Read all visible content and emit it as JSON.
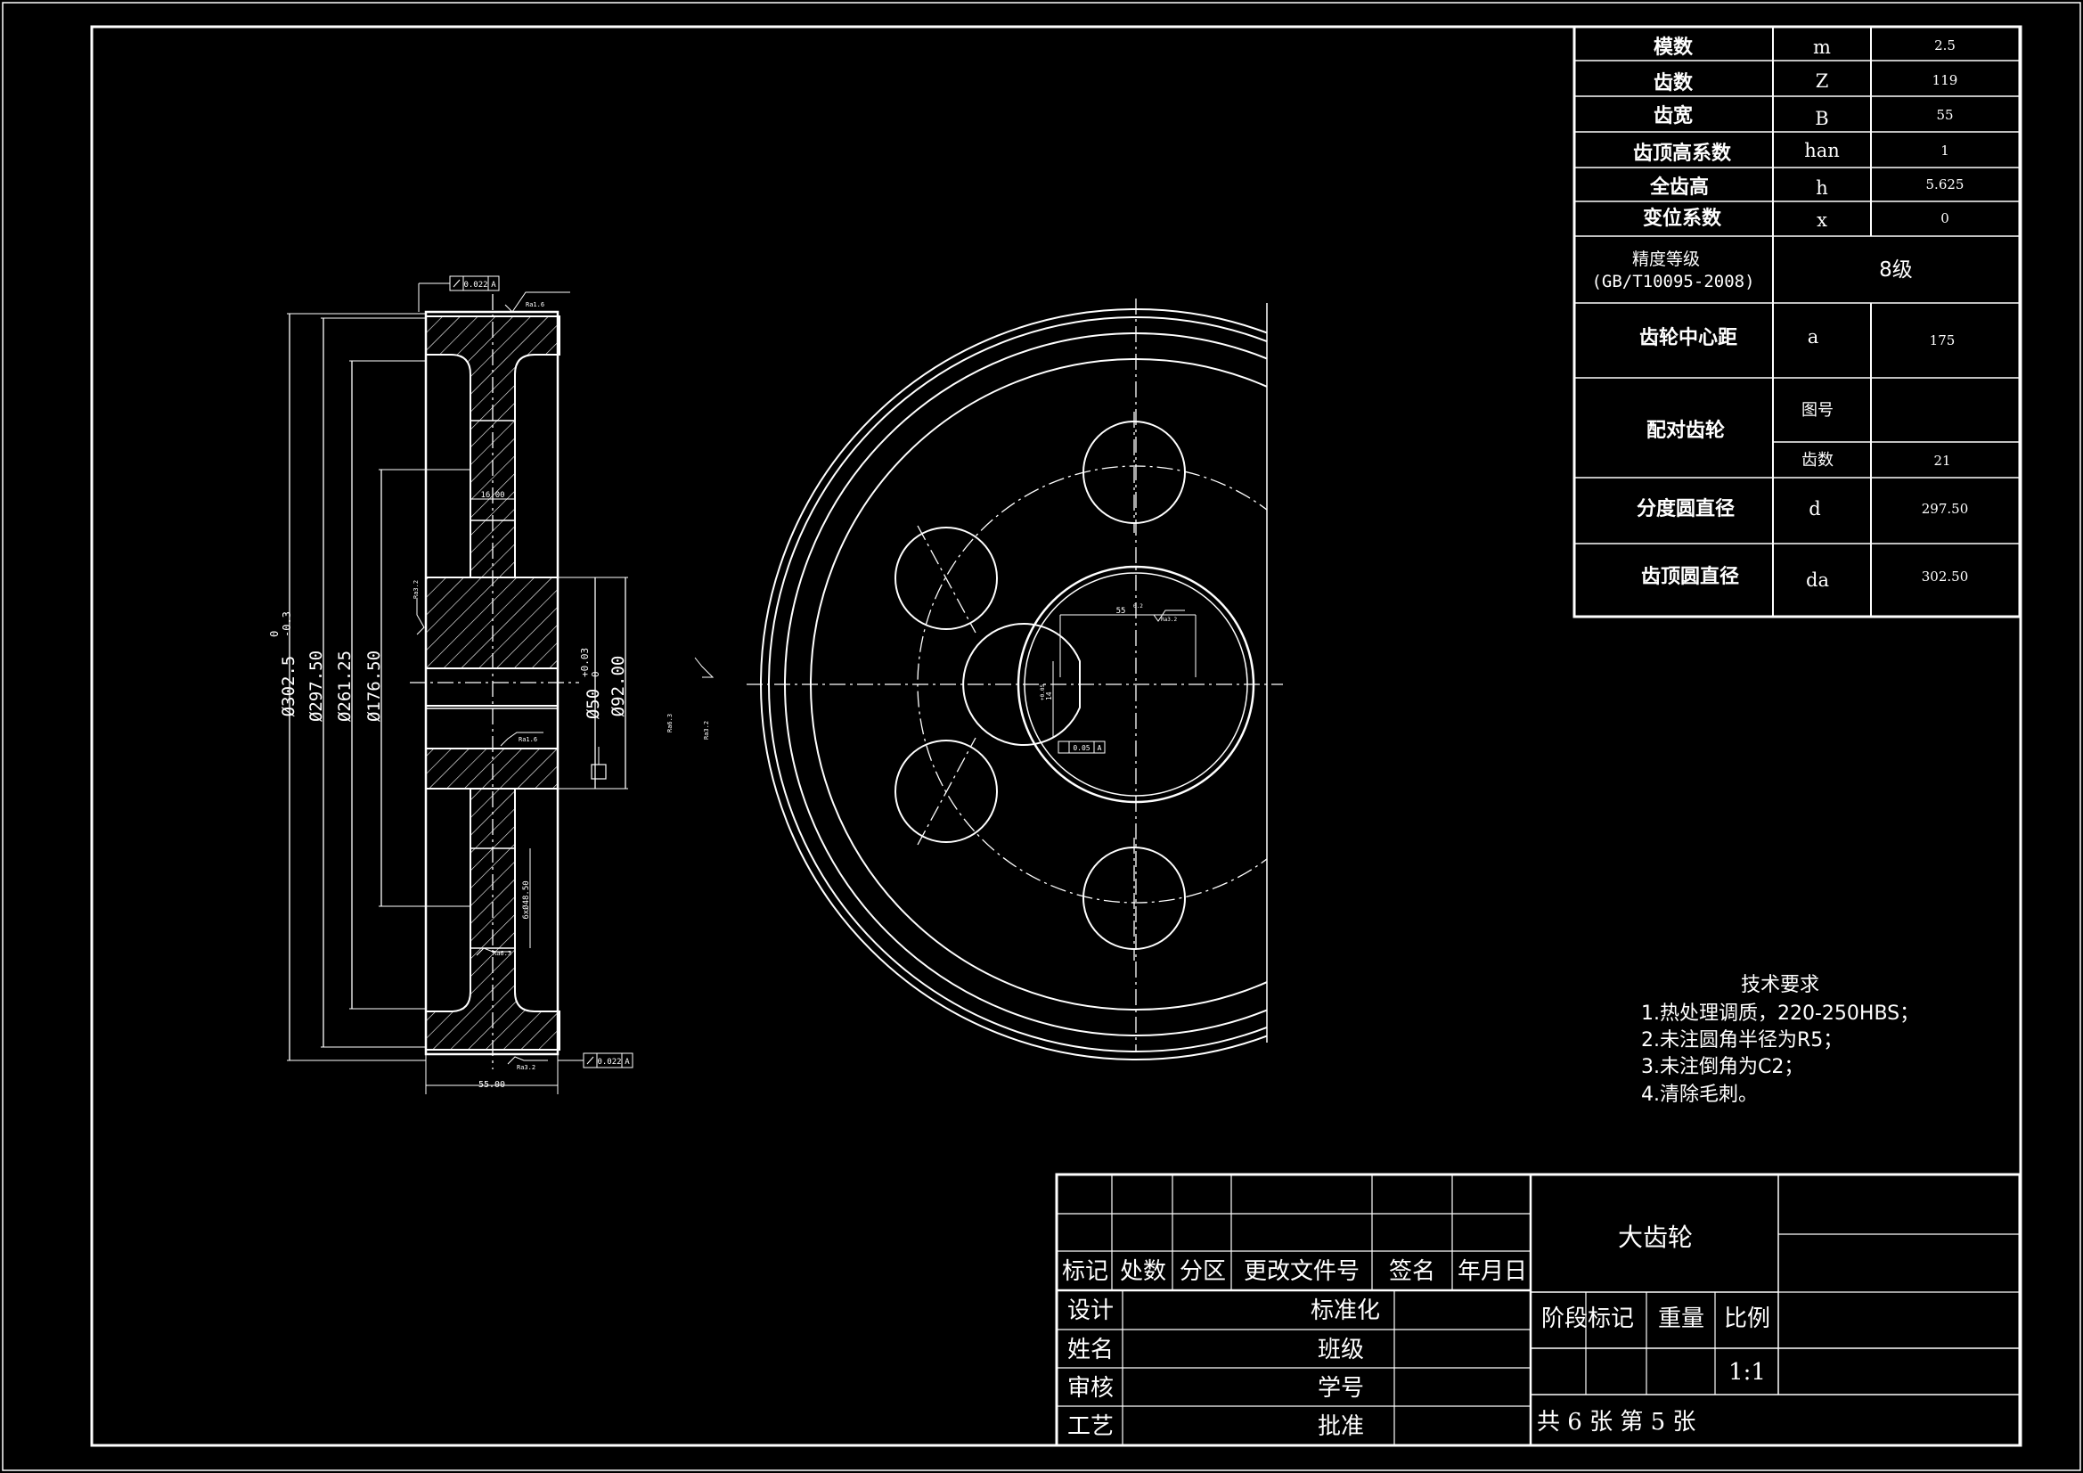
{
  "params_table": {
    "rows": [
      {
        "name": "模数",
        "symbol": "m",
        "value": "2.5"
      },
      {
        "name": "齿数",
        "symbol": "Z",
        "value": "119"
      },
      {
        "name": "齿宽",
        "symbol": "B",
        "value": "55"
      },
      {
        "name": "齿顶高系数",
        "symbol": "han",
        "value": "1"
      },
      {
        "name": "全齿高",
        "symbol": "h",
        "value": "5.625"
      },
      {
        "name": "变位系数",
        "symbol": "x",
        "value": "0"
      }
    ],
    "precision_label": "精度等级",
    "precision_std": "(GB/T10095-2008)",
    "precision_value": "8级",
    "center_distance": {
      "name": "齿轮中心距",
      "symbol": "a",
      "value": "175"
    },
    "mating": {
      "name": "配对齿轮",
      "drawing_no_label": "图号",
      "drawing_no_value": "",
      "teeth_label": "齿数",
      "teeth_value": "21"
    },
    "pitch_dia": {
      "name": "分度圆直径",
      "symbol": "d",
      "value": "297.50"
    },
    "tip_dia": {
      "name": "齿顶圆直径",
      "symbol": "da",
      "value": "302.50"
    }
  },
  "tech_requirements": {
    "title": "技术要求",
    "items": [
      "1.热处理调质，220-250HBS；",
      "2.未注圆角半径为R5；",
      "3.未注倒角为C2；",
      "4.清除毛刺。"
    ]
  },
  "title_block": {
    "part_name": "大齿轮",
    "header": [
      "标记",
      "处数",
      "分区",
      "更改文件号",
      "签名",
      "年月日"
    ],
    "left_labels": [
      "设计",
      "姓名",
      "审核",
      "工艺"
    ],
    "mid_labels": [
      "标准化",
      "班级",
      "学号",
      "批准"
    ],
    "stage_labels": [
      "阶段标记",
      "重量",
      "比例"
    ],
    "scale": "1:1",
    "sheets": "共 6 张 第 5 张"
  },
  "section_view": {
    "dims": {
      "d302": "Ø302.5",
      "d302_tol_up": "0",
      "d302_tol_lo": "-0.3",
      "d297": "Ø297.50",
      "d261": "Ø261.25",
      "d176": "Ø176.50",
      "d50": "Ø50",
      "d50_tol": "+0.03",
      "d50_tol_lo": "0",
      "d92": "Ø92.00",
      "width": "55.00",
      "web": "16.00",
      "holes": "6xØ48.50"
    },
    "tol_top": "0.022",
    "tol_bottom": "0.022",
    "datum": "A",
    "rough_top": "Ra1.6",
    "rough_bore": "Ra3.2",
    "rough_mid": "Ra1.6",
    "rough_hole": "Ra6.3",
    "rough_bottom": "Ra3.2",
    "rough_a": "Ra6.3",
    "rough_b": "Ra3.2"
  },
  "front_view": {
    "keyway_width": "55",
    "keyway_tol": "0.2",
    "keyway_rough": "Ra3.2",
    "keyway_depth": "14",
    "keyway_depth_tol": "+0.05",
    "sym_tol": "0.05",
    "datum": "A"
  }
}
